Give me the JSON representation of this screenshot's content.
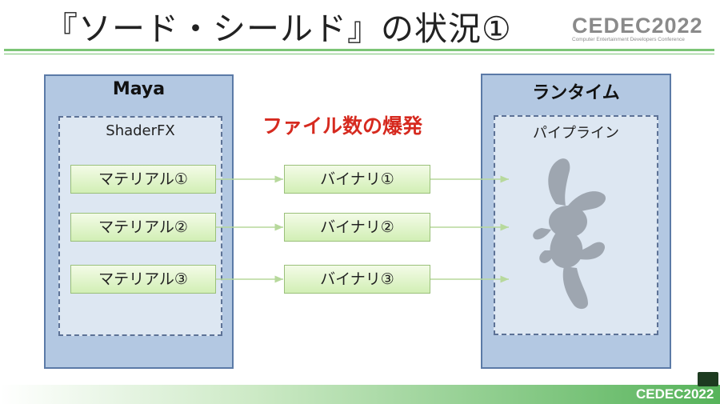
{
  "slide": {
    "title": "『ソード・シールド』の状況①",
    "headline": "ファイル数の爆発"
  },
  "logo": {
    "main": "CEDEC2022",
    "sub": "Computer Entertainment Developers Conference",
    "footer": "CEDEC2022"
  },
  "left_panel": {
    "title": "Maya",
    "inner_title": "ShaderFX",
    "materials": [
      "マテリアル①",
      "マテリアル②",
      "マテリアル③"
    ]
  },
  "middle": {
    "binaries": [
      "バイナリ①",
      "バイナリ②",
      "バイナリ③"
    ]
  },
  "right_panel": {
    "title": "ランタイム",
    "inner_title": "パイプライン"
  },
  "colors": {
    "accent_red": "#d62a1f",
    "panel_fill": "#b3c8e2",
    "panel_border": "#5b7aa7",
    "node_fill": "#d2efb5",
    "brand_green": "#56b35a"
  }
}
